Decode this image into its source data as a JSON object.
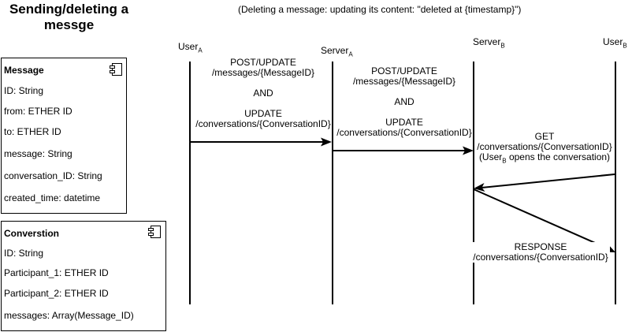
{
  "title": "Sending/deleting a messge",
  "note": "(Deleting a message: updating its content: \"deleted at {timestamp}\")",
  "participants": {
    "user_a": {
      "name": "User",
      "sub": "A"
    },
    "server_a": {
      "name": "Server",
      "sub": "A"
    },
    "server_b": {
      "name": "Server",
      "sub": "B"
    },
    "user_b": {
      "name": "User",
      "sub": "B"
    }
  },
  "message_card": {
    "title": "Message",
    "fields": [
      "ID: String",
      "from: ETHER ID",
      "to: ETHER ID",
      "message: String",
      "conversation_ID: String",
      "created_time: datetime"
    ]
  },
  "conversation_card": {
    "title": "Converstion",
    "fields": [
      "ID: String",
      "Participant_1: ETHER ID",
      "Participant_2: ETHER ID",
      "messages: Array(Message_ID)"
    ]
  },
  "labels": {
    "ua_to_sa": [
      "POST/UPDATE",
      "/messages/{MessageID}",
      "",
      "AND",
      "",
      "UPDATE",
      "/conversations/{ConversationID}"
    ],
    "sa_to_sb": [
      "POST/UPDATE",
      "/messages/{MessageID}",
      "",
      "AND",
      "",
      "UPDATE",
      "/conversations/{ConversationID}"
    ],
    "ub_to_sb": {
      "line1": "GET",
      "line2": "/conversations/{ConversationID}",
      "line3_pre": "(User",
      "line3_sub": "B",
      "line3_post": " opens the conversation)"
    },
    "sb_to_ub": [
      "RESPONSE",
      "/conversations/{ConversationID}"
    ]
  }
}
